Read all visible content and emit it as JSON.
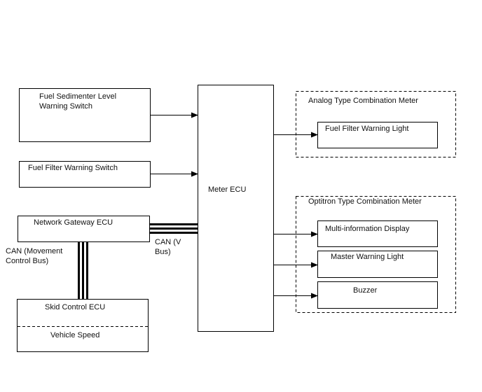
{
  "blocks": {
    "fuel_sedimenter": "Fuel Sedimenter Level\nWarning Switch",
    "fuel_filter_switch": "Fuel Filter Warning Switch",
    "network_gateway": "Network Gateway ECU",
    "skid_control": "Skid Control ECU",
    "vehicle_speed": "Vehicle Speed",
    "meter_ecu": "Meter ECU",
    "fuel_filter_light": "Fuel Filter Warning Light",
    "multi_info_display": "Multi-information Display",
    "master_warning_light": "Master Warning Light",
    "buzzer": "Buzzer"
  },
  "groups": {
    "analog": "Analog Type Combination Meter",
    "optitron": "Optitron Type Combination Meter"
  },
  "buses": {
    "can_v": "CAN (V\nBus)",
    "can_movement": "CAN (Movement\nControl Bus)"
  }
}
